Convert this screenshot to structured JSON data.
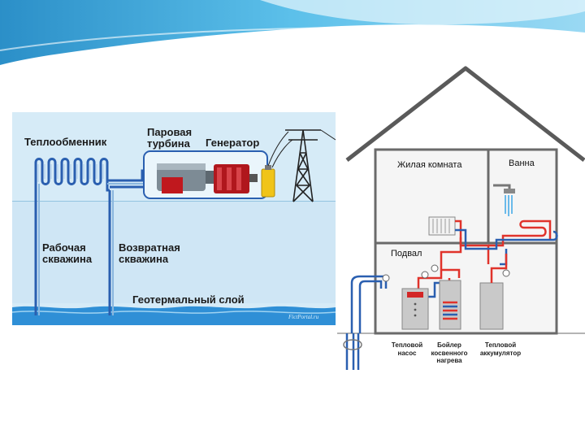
{
  "geothermal": {
    "heat_exchanger": "Теплообменник",
    "steam_turbine_line1": "Паровая",
    "steam_turbine_line2": "турбина",
    "generator": "Генератор",
    "production_well_line1": "Рабочая",
    "production_well_line2": "скважина",
    "return_well_line1": "Возвратная",
    "return_well_line2": "скважина",
    "geothermal_layer": "Геотермальный слой",
    "watermark": "FictPortal.ru"
  },
  "house": {
    "living_room": "Жилая комната",
    "bathroom": "Ванна",
    "basement": "Подвал",
    "heat_pump_line1": "Тепловой",
    "heat_pump_line2": "насос",
    "boiler_line1": "Бойлер",
    "boiler_line2": "косвенного",
    "boiler_line3": "нагрева",
    "accumulator_line1": "Тепловой",
    "accumulator_line2": "аккумулятор"
  },
  "colors": {
    "hot_pipe": "#e0332b",
    "cold_pipe": "#2a5fb0",
    "ground_water": "#2f8fd6",
    "panel_bg": "#cfe6f5",
    "slide_banner": "#36a3d8"
  }
}
